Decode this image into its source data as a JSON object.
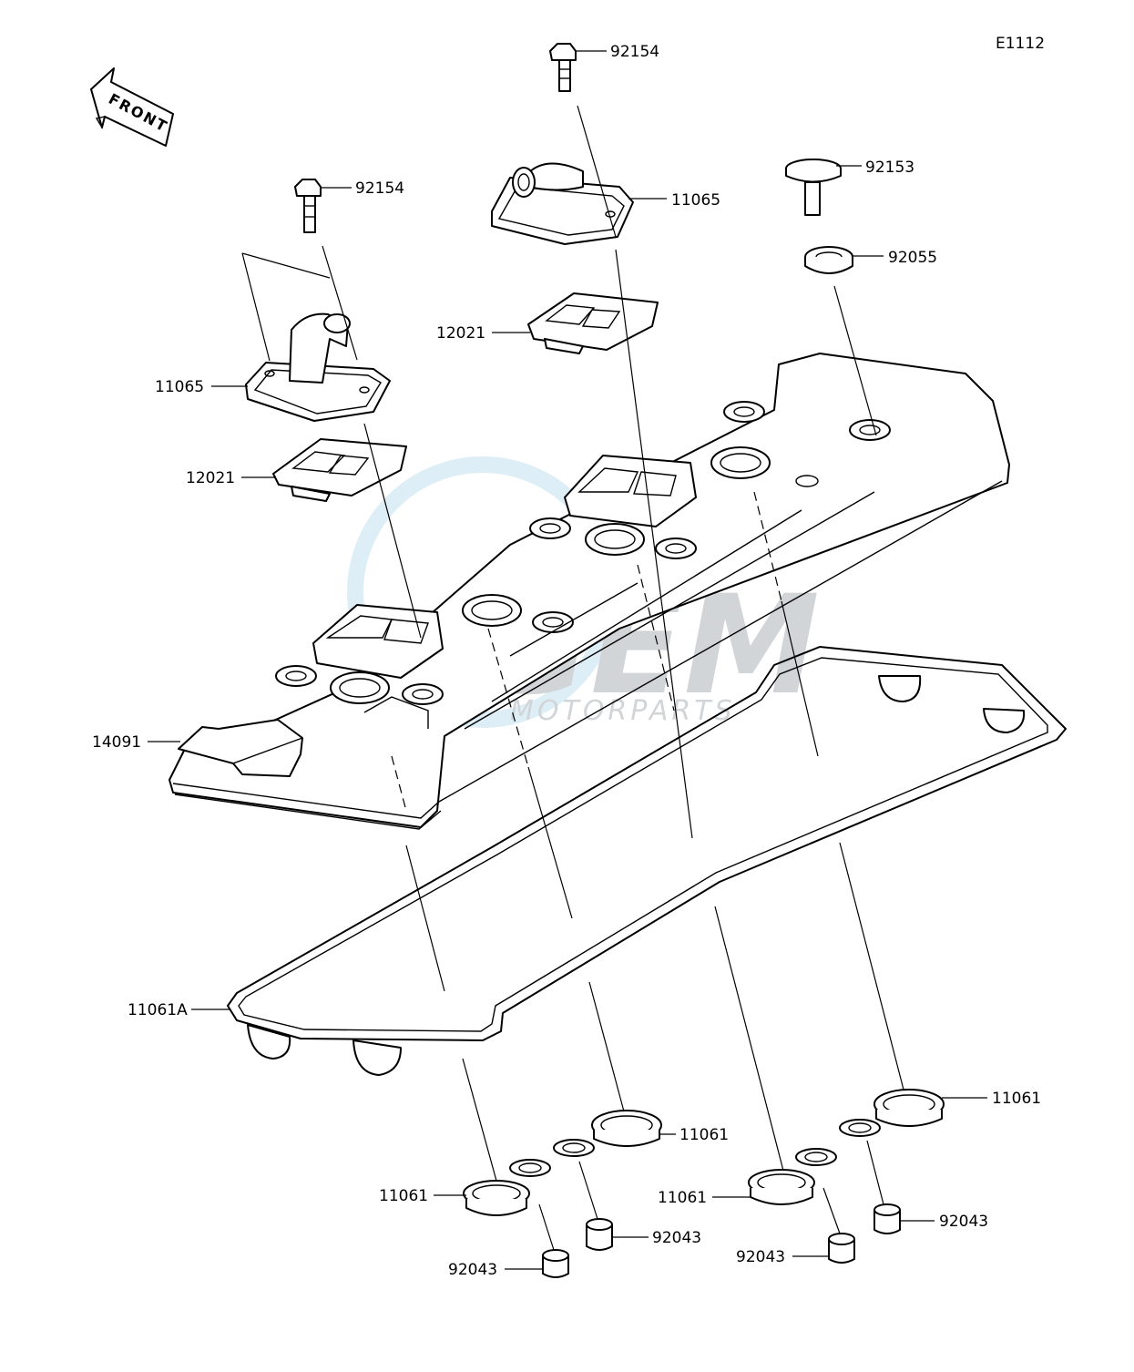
{
  "diagram_code": "E1112",
  "front_label": "FRONT",
  "watermark": {
    "brand": "GEM",
    "sub": "MOTORPARTS",
    "color": "#9fcfe8"
  },
  "callouts": [
    {
      "id": "c1",
      "text": "92154"
    },
    {
      "id": "c2",
      "text": "92154"
    },
    {
      "id": "c3",
      "text": "11065"
    },
    {
      "id": "c4",
      "text": "11065"
    },
    {
      "id": "c5",
      "text": "92153"
    },
    {
      "id": "c6",
      "text": "92055"
    },
    {
      "id": "c7",
      "text": "12021"
    },
    {
      "id": "c8",
      "text": "12021"
    },
    {
      "id": "c9",
      "text": "14091"
    },
    {
      "id": "c10",
      "text": "11061A"
    },
    {
      "id": "c11",
      "text": "11061"
    },
    {
      "id": "c12",
      "text": "11061"
    },
    {
      "id": "c13",
      "text": "11061"
    },
    {
      "id": "c14",
      "text": "11061"
    },
    {
      "id": "c15",
      "text": "92043"
    },
    {
      "id": "c16",
      "text": "92043"
    },
    {
      "id": "c17",
      "text": "92043"
    },
    {
      "id": "c18",
      "text": "92043"
    }
  ]
}
